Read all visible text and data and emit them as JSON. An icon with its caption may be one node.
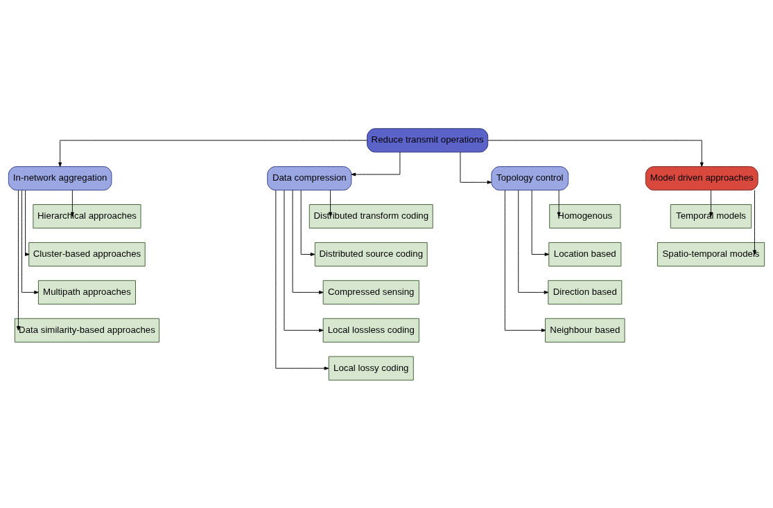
{
  "diagram": {
    "nodes": [
      {
        "text": [
          "Reduce transmit operations"
        ]
      },
      {
        "text": [
          "In-network aggregation"
        ]
      },
      {
        "text": [
          "Data compression"
        ]
      },
      {
        "text": [
          "Topology control"
        ]
      },
      {
        "text": [
          "Model driven approaches"
        ]
      },
      {
        "text": [
          "Hierarchical approaches"
        ]
      },
      {
        "text": [
          "Cluster-based approaches"
        ]
      },
      {
        "text": [
          "Multipath approaches"
        ]
      },
      {
        "text": [
          "Data similarity-based approaches"
        ]
      },
      {
        "text": [
          "Distributed transform coding"
        ]
      },
      {
        "text": [
          "Distributed source coding"
        ]
      },
      {
        "text": [
          "Compressed sensing"
        ]
      },
      {
        "text": [
          "Local lossless coding"
        ]
      },
      {
        "text": [
          "Local lossy coding"
        ]
      },
      {
        "text": [
          "Homogenous"
        ]
      },
      {
        "text": [
          "Location based"
        ]
      },
      {
        "text": [
          "Direction based"
        ]
      },
      {
        "text": [
          "Neighbour based"
        ]
      },
      {
        "text": [
          "Temporal models"
        ]
      },
      {
        "text": [
          "Spatio-temporal models"
        ]
      }
    ],
    "edges": [
      {
        "from": 0,
        "to": 1,
        "arrow": "to"
      },
      {
        "from": 0,
        "to": 2,
        "arrow": "to"
      },
      {
        "from": 0,
        "to": 3,
        "arrow": "to"
      },
      {
        "from": 0,
        "to": 4,
        "arrow": "to"
      },
      {
        "from": 1,
        "to": 5,
        "arrow": "to"
      },
      {
        "from": 1,
        "to": 6,
        "arrow": "to"
      },
      {
        "from": 1,
        "to": 7,
        "arrow": "to"
      },
      {
        "from": 1,
        "to": 8,
        "arrow": "to"
      },
      {
        "from": 2,
        "to": 9,
        "arrow": "to"
      },
      {
        "from": 2,
        "to": 10,
        "arrow": "to"
      },
      {
        "from": 2,
        "to": 11,
        "arrow": "to"
      },
      {
        "from": 2,
        "to": 12,
        "arrow": "to"
      },
      {
        "from": 2,
        "to": 13,
        "arrow": "to"
      },
      {
        "from": 3,
        "to": 14,
        "arrow": "to"
      },
      {
        "from": 3,
        "to": 15,
        "arrow": "to"
      },
      {
        "from": 3,
        "to": 16,
        "arrow": "to"
      },
      {
        "from": 3,
        "to": 17,
        "arrow": "to"
      },
      {
        "from": 4,
        "to": 18,
        "arrow": "to"
      },
      {
        "from": 4,
        "to": 19,
        "arrow": "to"
      }
    ]
  }
}
